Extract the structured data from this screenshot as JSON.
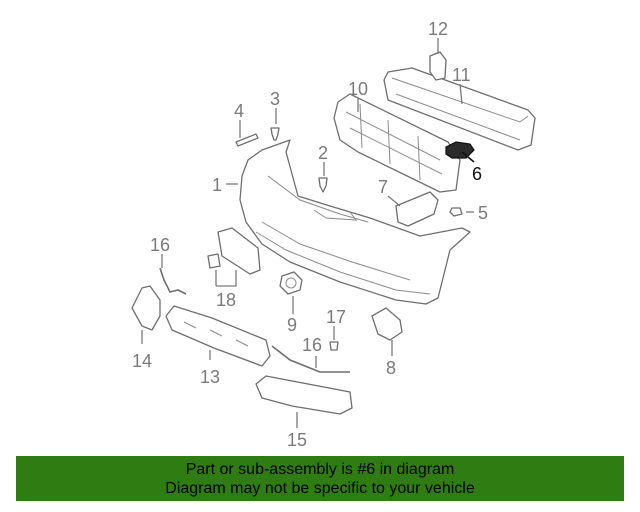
{
  "callouts": {
    "c1": "1",
    "c2": "2",
    "c3": "3",
    "c4": "4",
    "c5": "5",
    "c6": "6",
    "c7": "7",
    "c8": "8",
    "c9": "9",
    "c10": "10",
    "c11": "11",
    "c12": "12",
    "c13": "13",
    "c14": "14",
    "c15": "15",
    "c16a": "16",
    "c16b": "16",
    "c17": "17",
    "c18": "18"
  },
  "highlighted_part": "6",
  "banner": {
    "line1": "Part or sub-assembly is #6 in diagram",
    "line2": "Diagram may not be specific to your vehicle",
    "bg_color": "#2f7d12"
  },
  "colors": {
    "line": "#7a7a7a",
    "highlight": "#111111"
  }
}
